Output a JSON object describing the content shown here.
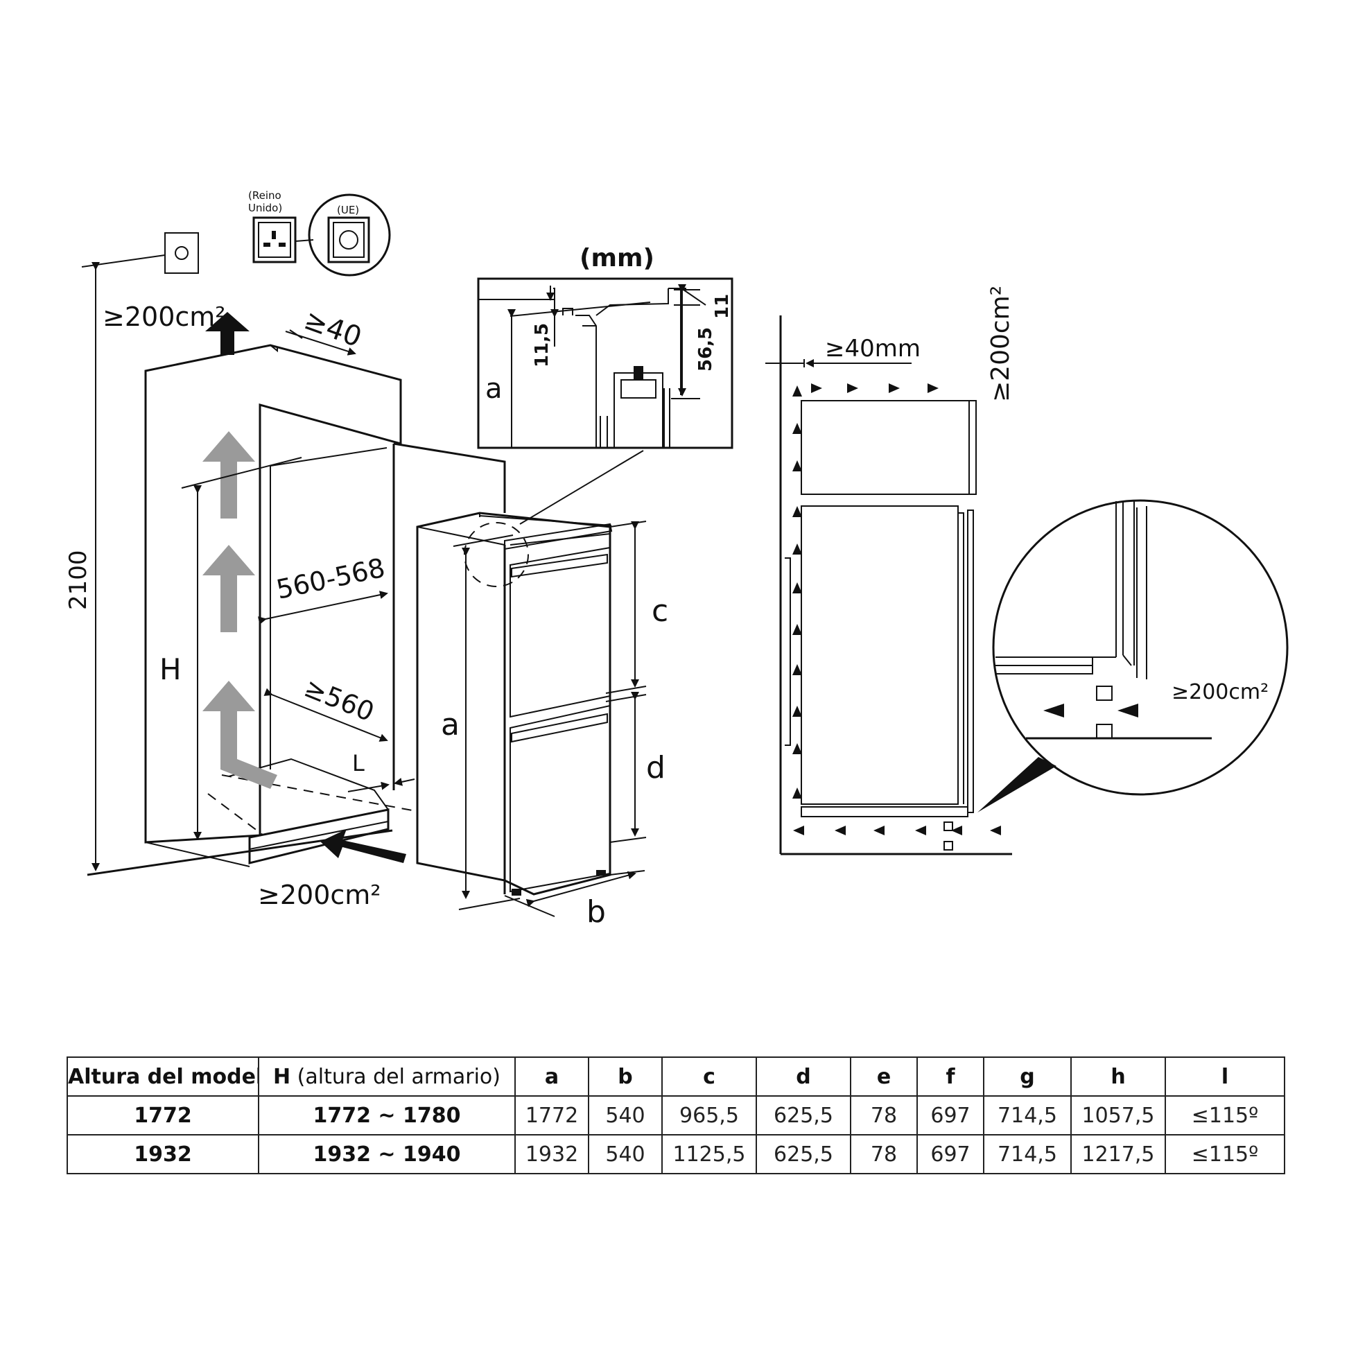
{
  "labels": {
    "unit_mm": "(mm)",
    "vent_top_left": "≥200cm²",
    "gap_top": "≥40",
    "height_2100": "2100",
    "cabinet_h": "H",
    "width_range": "560-568",
    "depth_min": "≥560",
    "dim_L": "L",
    "vent_bottom": "≥200cm²",
    "dim_a_main": "a",
    "dim_b": "b",
    "dim_c": "c",
    "dim_d": "d",
    "detail_a": "a",
    "detail_11_5": "11,5",
    "detail_56_5": "56,5",
    "detail_11": "11",
    "side_gap": "≥40mm",
    "side_vent": "≥200cm²",
    "zoom_vent": "≥200cm²",
    "plug_uk_line1": "(Reino",
    "plug_uk_line2": "Unido)",
    "plug_eu": "(UE)"
  },
  "table": {
    "headers": {
      "model": "Altura del modelo",
      "h_bold": "H",
      "h_rest": " (altura del armario)",
      "a": "a",
      "b": "b",
      "c": "c",
      "d": "d",
      "e": "e",
      "f": "f",
      "g": "g",
      "h": "h",
      "l": "l"
    },
    "rows": [
      {
        "model": "1772",
        "cabinet": "1772 ~ 1780",
        "a": "1772",
        "b": "540",
        "c": "965,5",
        "d": "625,5",
        "e": "78",
        "f": "697",
        "g": "714,5",
        "h": "1057,5",
        "l": "≤115º"
      },
      {
        "model": "1932",
        "cabinet": "1932 ~ 1940",
        "a": "1932",
        "b": "540",
        "c": "1125,5",
        "d": "625,5",
        "e": "78",
        "f": "697",
        "g": "714,5",
        "h": "1217,5",
        "l": "≤115º"
      }
    ]
  }
}
